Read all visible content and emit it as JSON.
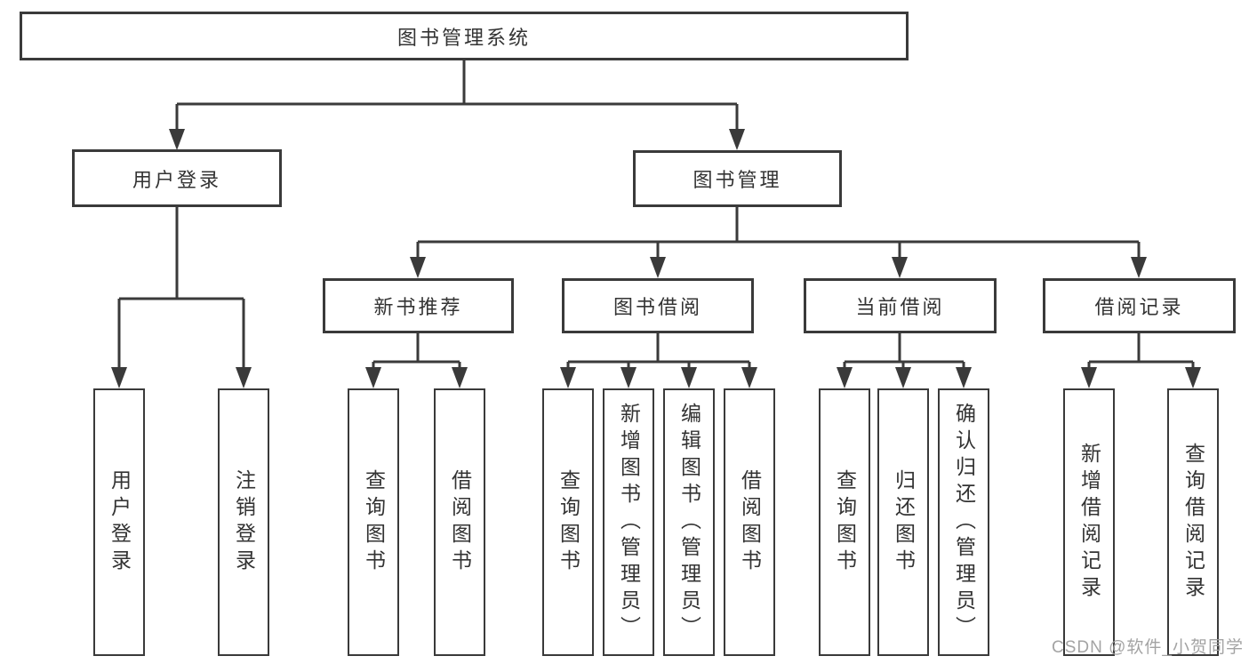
{
  "colors": {
    "line": "#3a3a3a",
    "text": "#333333",
    "watermark": "#9e9e9e"
  },
  "watermark": {
    "text": "CSDN @软件_小贺同学"
  },
  "tree": {
    "root": {
      "label": "图书管理系统",
      "children": [
        {
          "label": "用户登录",
          "children": [
            {
              "label": "用户登录"
            },
            {
              "label": "注销登录"
            }
          ]
        },
        {
          "label": "图书管理",
          "children": [
            {
              "label": "新书推荐",
              "children": [
                {
                  "label": "查询图书"
                },
                {
                  "label": "借阅图书"
                }
              ]
            },
            {
              "label": "图书借阅",
              "children": [
                {
                  "label": "查询图书"
                },
                {
                  "label": "新增图书（管理员）"
                },
                {
                  "label": "编辑图书（管理员）"
                },
                {
                  "label": "借阅图书"
                }
              ]
            },
            {
              "label": "当前借阅",
              "children": [
                {
                  "label": "查询图书"
                },
                {
                  "label": "归还图书"
                },
                {
                  "label": "确认归还（管理员）"
                }
              ]
            },
            {
              "label": "借阅记录",
              "children": [
                {
                  "label": "新增借阅记录"
                },
                {
                  "label": "查询借阅记录"
                }
              ]
            }
          ]
        }
      ]
    }
  }
}
